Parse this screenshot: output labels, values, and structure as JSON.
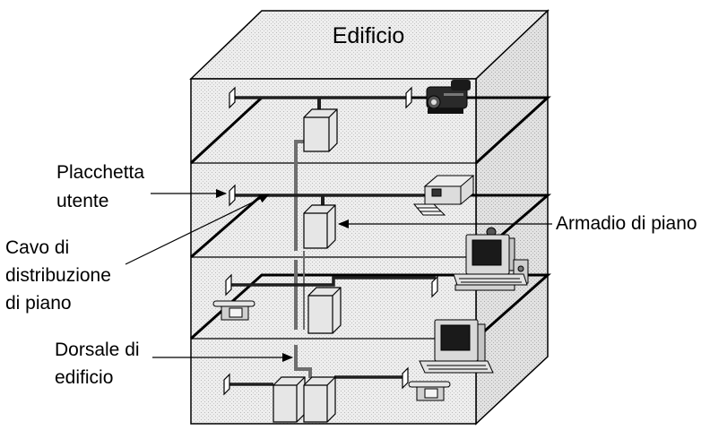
{
  "title": "Edificio",
  "labels": {
    "placchetta_line1": "Placchetta",
    "placchetta_line2": "utente",
    "cavo_line1": "Cavo di",
    "cavo_line2": "distribuzione",
    "cavo_line3": "di piano",
    "dorsale_line1": "Dorsale di",
    "dorsale_line2": "edificio",
    "armadio": "Armadio di piano"
  },
  "colors": {
    "building_fill": "#e8e8e8",
    "outline": "#000000",
    "cabinet": "#e4e4e4",
    "cable": "#222222",
    "backbone": "#7a7a7a"
  },
  "icons": [
    "camcorder-icon",
    "printer-icon",
    "desktop-computer-icon",
    "telephone-icon",
    "wall-outlet-icon",
    "floor-cabinet-icon"
  ]
}
